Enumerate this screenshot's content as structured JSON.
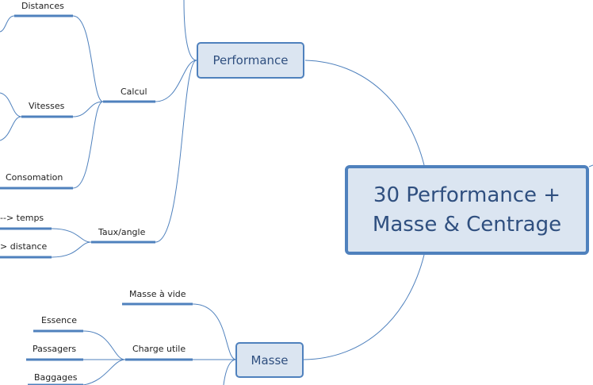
{
  "central": {
    "title": "30 Performance +\nMasse & Centrage"
  },
  "main_topics": {
    "performance": "Performance",
    "masse": "Masse"
  },
  "subtopics": {
    "distances": "Distances",
    "calcul": "Calcul",
    "vitesses": "Vitesses",
    "consomation": "Consomation",
    "taux_angle": "Taux/angle",
    "temps": "--> temps",
    "distance": "> distance",
    "masse_a_vide": "Masse à vide",
    "charge_utile": "Charge utile",
    "essence": "Essence",
    "passagers": "Passagers",
    "baggages": "Baggages"
  },
  "colors": {
    "line": "#4f81bd",
    "node_fill": "#dbe5f1",
    "text_main": "#2f4f7f"
  }
}
